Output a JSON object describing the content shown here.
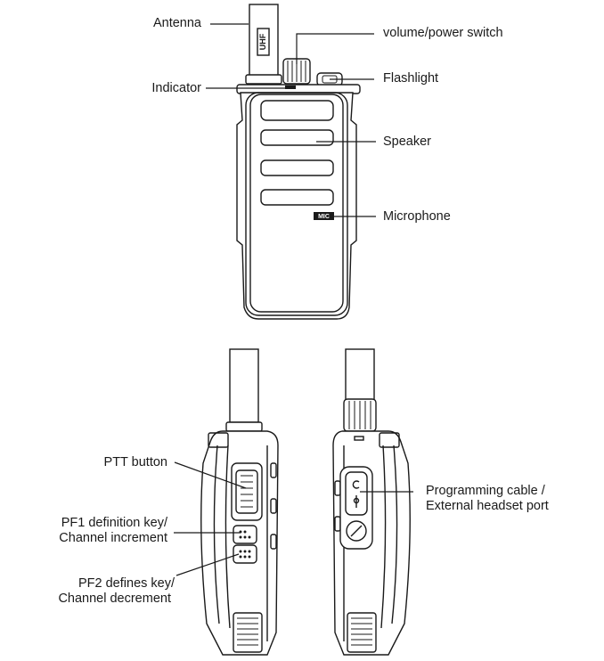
{
  "labels": {
    "antenna": "Antenna",
    "volume_power_switch": "volume/power switch",
    "flashlight": "Flashlight",
    "indicator": "Indicator",
    "speaker": "Speaker",
    "microphone": "Microphone",
    "ptt_button": "PTT button",
    "pf1_line1": "PF1 definition key/",
    "pf1_line2": "Channel increment",
    "pf2_line1": "PF2 defines key/",
    "pf2_line2": "Channel decrement",
    "port_line1": "Programming cable /",
    "port_line2": "External headset port"
  },
  "device_markings": {
    "antenna_band": "UHF",
    "mic_marking": "MIC"
  }
}
